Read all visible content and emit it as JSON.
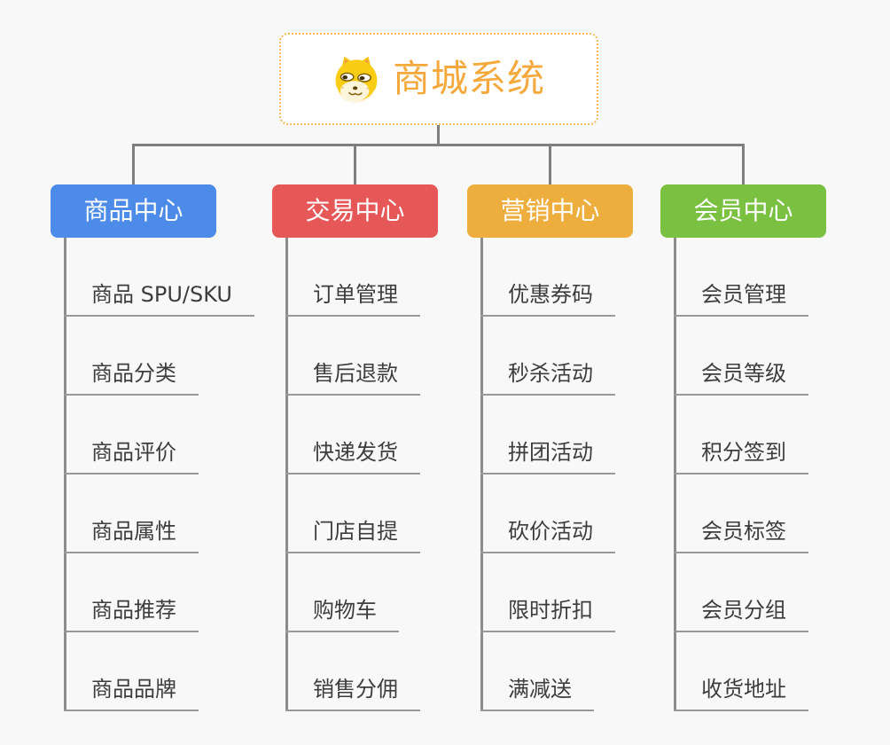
{
  "page": {
    "background_color": "#f8f8f8",
    "connector_color": "#7f7f7f",
    "trunk_color": "#8c8c8c",
    "leaf_underline_color": "#999999",
    "leaf_text_color": "#3d3d3d"
  },
  "root": {
    "title": "商城系统",
    "title_color": "#f5a93c",
    "border_color": "#f2b95c",
    "icon": "doge-icon"
  },
  "branches": [
    {
      "label": "商品中心",
      "color": "#4d8be8",
      "items": [
        "商品 SPU/SKU",
        "商品分类",
        "商品评价",
        "商品属性",
        "商品推荐",
        "商品品牌"
      ]
    },
    {
      "label": "交易中心",
      "color": "#e55857",
      "items": [
        "订单管理",
        "售后退款",
        "快递发货",
        "门店自提",
        "购物车",
        "销售分佣"
      ]
    },
    {
      "label": "营销中心",
      "color": "#edae3e",
      "items": [
        "优惠券码",
        "秒杀活动",
        "拼团活动",
        "砍价活动",
        "限时折扣",
        "满减送"
      ]
    },
    {
      "label": "会员中心",
      "color": "#7ac142",
      "items": [
        "会员管理",
        "会员等级",
        "积分签到",
        "会员标签",
        "会员分组",
        "收货地址"
      ]
    }
  ]
}
